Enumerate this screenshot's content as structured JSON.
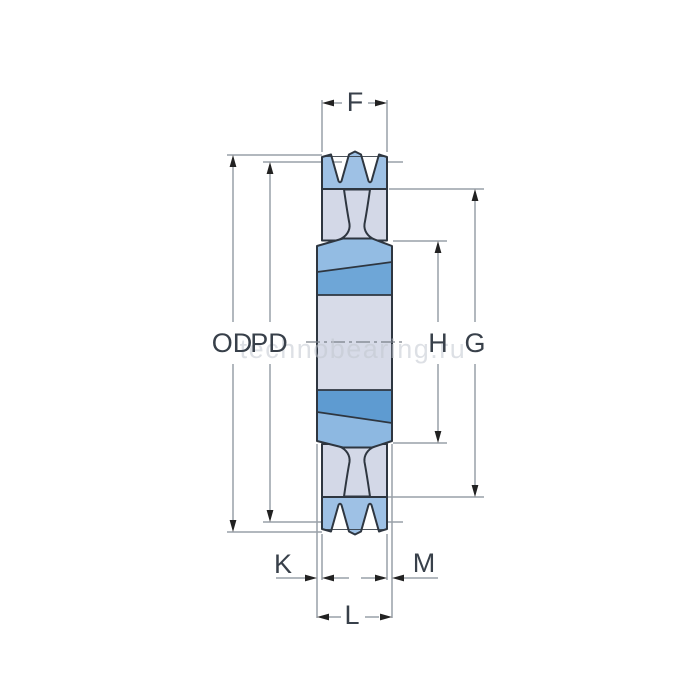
{
  "labels": {
    "f": "F",
    "od": "OD",
    "pd": "PD",
    "h": "H",
    "g": "G",
    "k": "K",
    "m": "M",
    "l": "L"
  },
  "watermark": "technobearing.ru",
  "colors": {
    "background": "#ffffff",
    "outline": "#2e3640",
    "rim_blue": "#9ec1e5",
    "web_light": "#d3d8e7",
    "hub_center": "#d7dbe8",
    "bushing_top_upper": "#93bce3",
    "bushing_top_lower": "#6ea6d7",
    "bushing_bottom_upper": "#5e9bd1",
    "bushing_bottom_lower": "#8db8e1",
    "dim_line": "#99a0a8",
    "arrow": "#222222",
    "label_text": "#38404a",
    "watermark_text": "#c3c8d0"
  }
}
